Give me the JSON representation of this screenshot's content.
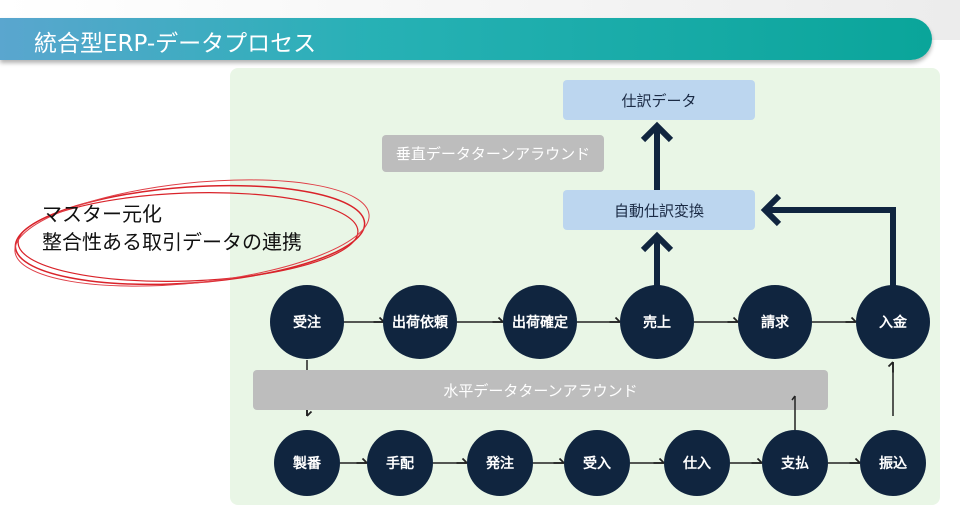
{
  "title": "統合型ERP-データプロセス",
  "note": {
    "line1": "マスター元化",
    "line2": "整合性ある取引データの連携"
  },
  "boxes": {
    "journal": "仕訳データ",
    "auto": "自動仕訳変換",
    "vertical": "垂直データターンアラウンド",
    "horizontal": "水平データターンアラウンド"
  },
  "top_row": [
    "受注",
    "出荷依頼",
    "出荷確定",
    "売上",
    "請求",
    "入金"
  ],
  "bottom_row": [
    "製番",
    "手配",
    "発注",
    "受入",
    "仕入",
    "支払",
    "振込"
  ],
  "colors": {
    "node": "#10253f",
    "box": "#bcd6ef",
    "accent": "#0aa59a"
  }
}
